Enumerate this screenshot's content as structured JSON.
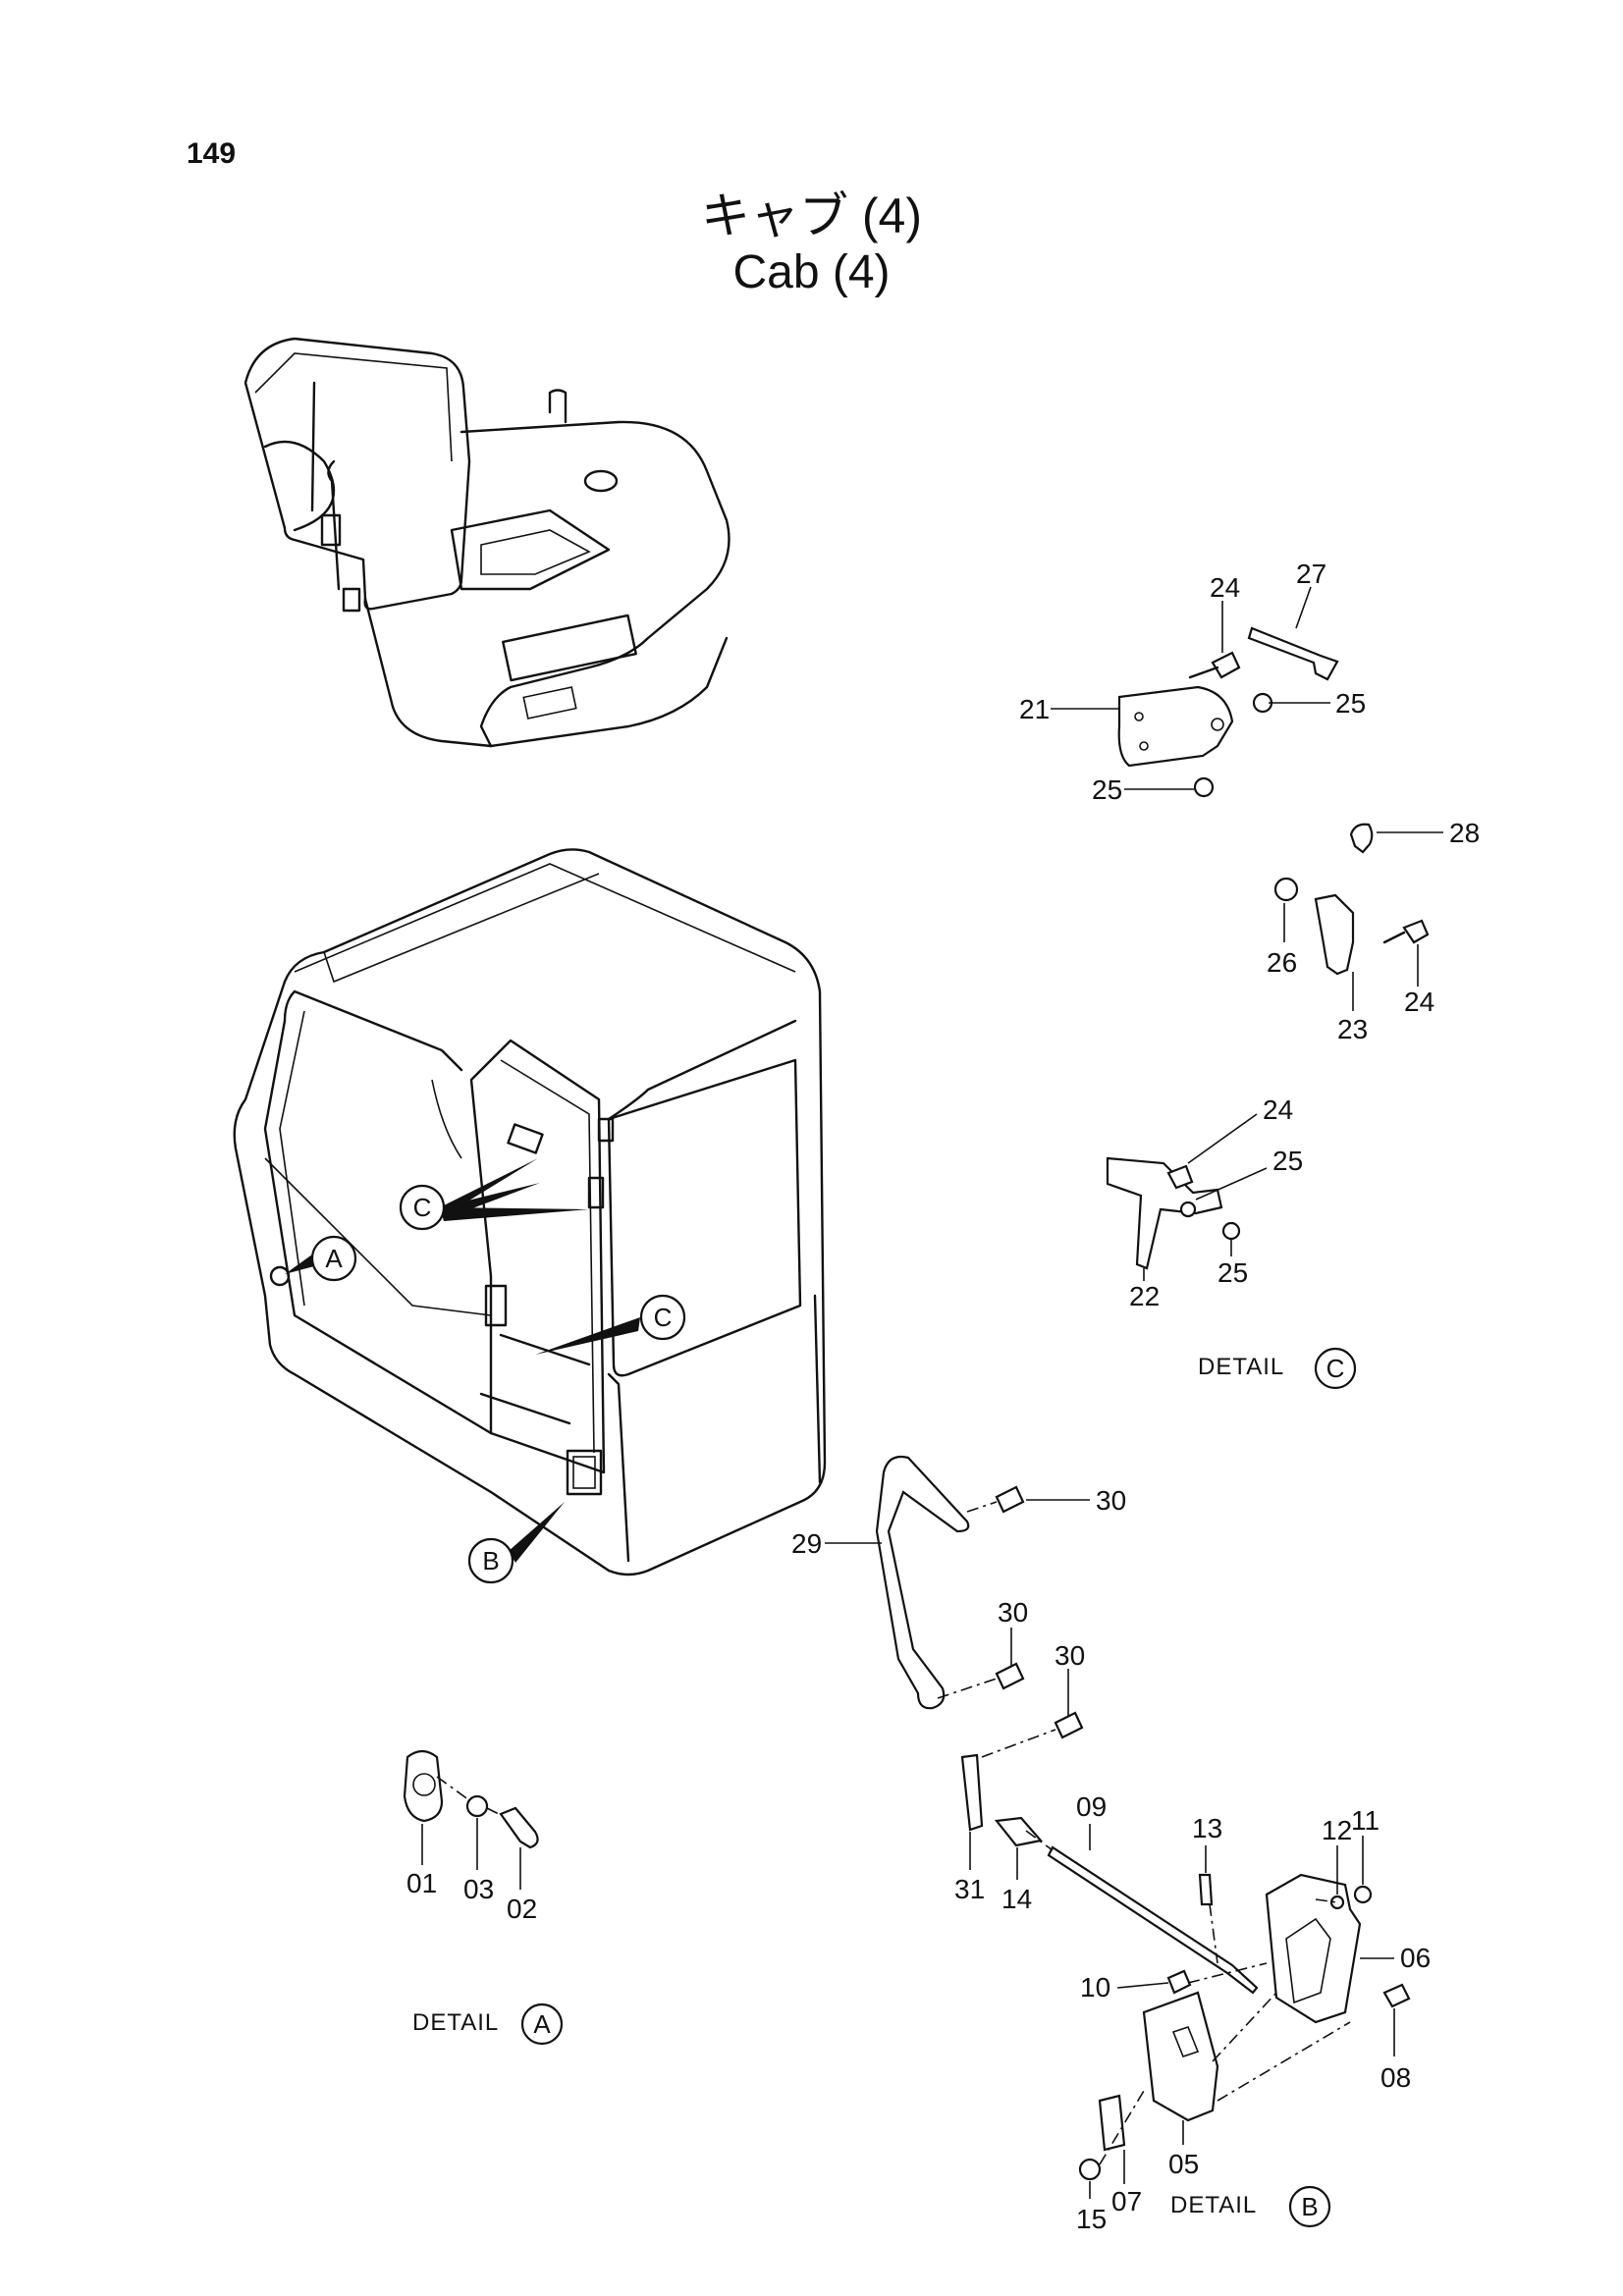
{
  "page": {
    "number": "149"
  },
  "title": {
    "ja": "キャブ (4)",
    "en": "Cab (4)"
  },
  "callouts": [
    "A",
    "B",
    "C"
  ],
  "details": {
    "A": {
      "label": "DETAIL",
      "letter": "A"
    },
    "B": {
      "label": "DETAIL",
      "letter": "B"
    },
    "C": {
      "label": "DETAIL",
      "letter": "C"
    }
  },
  "parts": [
    {
      "id": "p24a",
      "num": "24"
    },
    {
      "id": "p27",
      "num": "27"
    },
    {
      "id": "p21",
      "num": "21"
    },
    {
      "id": "p25a",
      "num": "25"
    },
    {
      "id": "p25b",
      "num": "25"
    },
    {
      "id": "p28",
      "num": "28"
    },
    {
      "id": "p26",
      "num": "26"
    },
    {
      "id": "p23",
      "num": "23"
    },
    {
      "id": "p24b",
      "num": "24"
    },
    {
      "id": "p24c",
      "num": "24"
    },
    {
      "id": "p25c",
      "num": "25"
    },
    {
      "id": "p22",
      "num": "22"
    },
    {
      "id": "p25d",
      "num": "25"
    },
    {
      "id": "p30a",
      "num": "30"
    },
    {
      "id": "p29",
      "num": "29"
    },
    {
      "id": "p30b",
      "num": "30"
    },
    {
      "id": "p30c",
      "num": "30"
    },
    {
      "id": "p01",
      "num": "01"
    },
    {
      "id": "p03",
      "num": "03"
    },
    {
      "id": "p02",
      "num": "02"
    },
    {
      "id": "p31",
      "num": "31"
    },
    {
      "id": "p14",
      "num": "14"
    },
    {
      "id": "p09",
      "num": "09"
    },
    {
      "id": "p13",
      "num": "13"
    },
    {
      "id": "p12",
      "num": "12"
    },
    {
      "id": "p11",
      "num": "11"
    },
    {
      "id": "p06",
      "num": "06"
    },
    {
      "id": "p10",
      "num": "10"
    },
    {
      "id": "p08",
      "num": "08"
    },
    {
      "id": "p05",
      "num": "05"
    },
    {
      "id": "p07",
      "num": "07"
    },
    {
      "id": "p15",
      "num": "15"
    }
  ]
}
